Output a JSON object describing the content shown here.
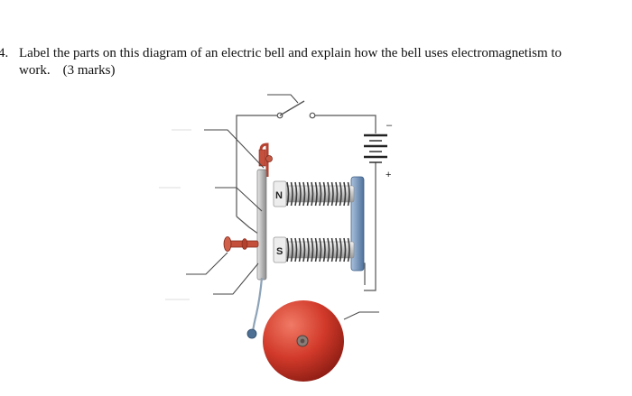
{
  "question": {
    "number": "4.",
    "line1": "Label the parts on this diagram of an electric bell and explain how the bell uses electromagnetism to",
    "line2": "work.",
    "marks": "(3 marks)"
  },
  "diagram": {
    "pole_north": "N",
    "pole_south": "S",
    "battery_negative": "–",
    "battery_positive": "+",
    "colors": {
      "wire": "#555555",
      "leader_line": "#444444",
      "coil": "#3a3a3a",
      "iron_bar": "#6b8cb3",
      "armature": "#c0c0c0",
      "contact": "#b5412f",
      "gong": "#d23a2a",
      "hammer": "#4d6f93"
    }
  }
}
